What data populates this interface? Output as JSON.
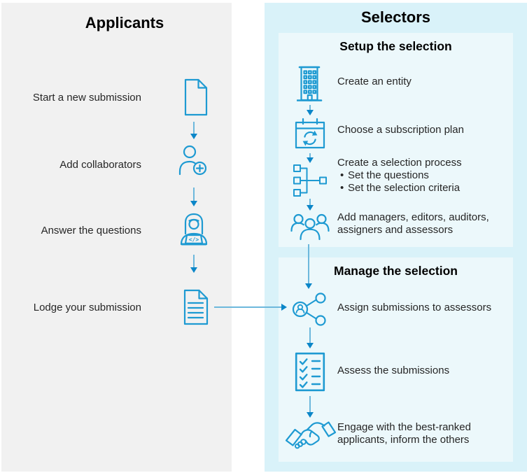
{
  "applicants": {
    "title": "Applicants",
    "steps": [
      {
        "label": "Start a new submission",
        "icon": "blank-document-icon"
      },
      {
        "label": "Add collaborators",
        "icon": "add-collaborator-icon"
      },
      {
        "label": "Answer the questions",
        "icon": "person-laptop-icon"
      },
      {
        "label": "Lodge your submission",
        "icon": "document-lines-icon"
      }
    ]
  },
  "selectors": {
    "title": "Selectors",
    "setup": {
      "title": "Setup the selection",
      "steps": [
        {
          "label": "Create an entity",
          "icon": "building-icon"
        },
        {
          "label": "Choose a subscription plan",
          "icon": "calendar-sync-icon"
        },
        {
          "label": "Create a selection process",
          "icon": "selection-process-icon",
          "bullets": [
            "Set the questions",
            "Set the selection criteria"
          ]
        },
        {
          "label": "Add managers, editors, auditors, assigners and assessors",
          "icon": "people-group-icon"
        }
      ]
    },
    "manage": {
      "title": "Manage the selection",
      "steps": [
        {
          "label": "Assign submissions to assessors",
          "icon": "assign-share-icon"
        },
        {
          "label": "Assess the submissions",
          "icon": "checklist-icon"
        },
        {
          "label": "Engage with the best-ranked applicants, inform the others",
          "icon": "handshake-icon"
        }
      ]
    }
  },
  "colors": {
    "panel-gray": "#f1f1f1",
    "panel-outer": "#d9f2f9",
    "panel-inner": "#ecf8fb",
    "icon-blue": "#1e9ad2",
    "arrow-head": "#0b86c8",
    "arrow-stem": "#6db8dc",
    "title-text": "#000000",
    "item-text": "#262626"
  }
}
